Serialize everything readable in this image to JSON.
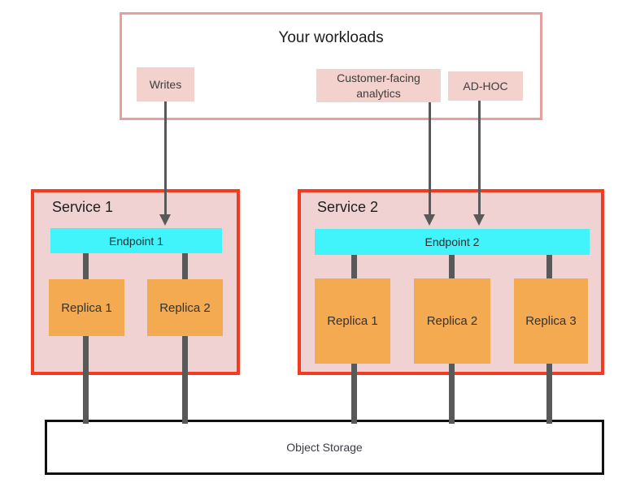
{
  "diagram_title": "Your workloads",
  "workloads": {
    "title": "Your workloads",
    "items": [
      {
        "id": "writes",
        "label": "Writes"
      },
      {
        "id": "analytics",
        "label": "Customer-facing analytics"
      },
      {
        "id": "adhoc",
        "label": "AD-HOC"
      }
    ]
  },
  "services": [
    {
      "name": "Service 1",
      "endpoint": "Endpoint 1",
      "replicas": [
        "Replica 1",
        "Replica 2"
      ]
    },
    {
      "name": "Service 2",
      "endpoint": "Endpoint 2",
      "replicas": [
        "Replica 1",
        "Replica 2",
        "Replica 3"
      ]
    }
  ],
  "storage": {
    "label": "Object Storage"
  },
  "colors": {
    "workloads_border": "#e5a09e",
    "chip_fill": "#f3d1cd",
    "service_border": "#f43a21",
    "service_fill": "#f1d2d2",
    "endpoint_fill": "#41f3fa",
    "replica_fill": "#f4aa50",
    "connector_gray": "#595959",
    "storage_border": "#111111",
    "text_dark": "#1c1c1c"
  }
}
